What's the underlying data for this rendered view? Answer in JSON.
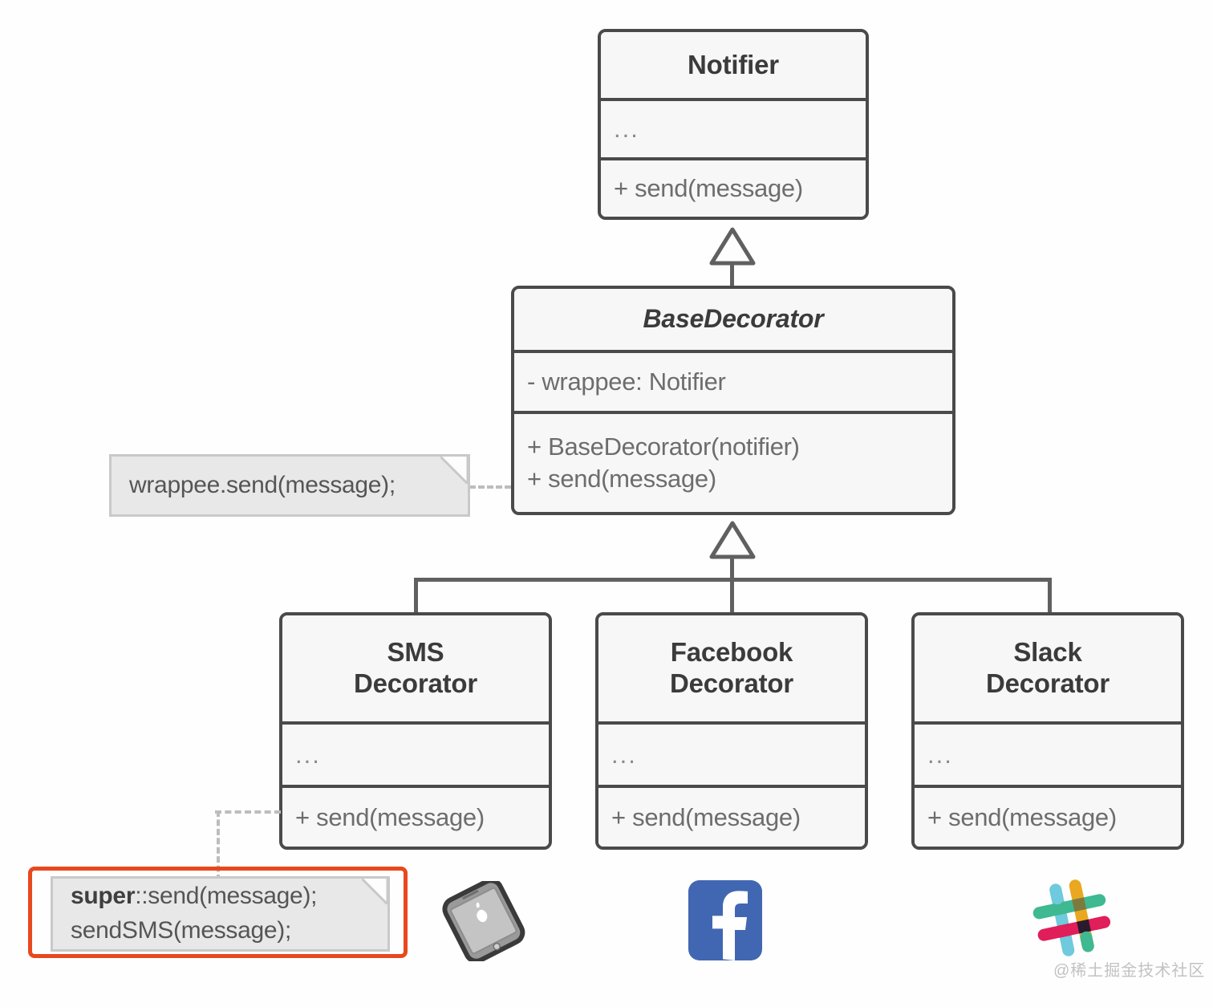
{
  "diagram": {
    "title": "Decorator pattern UML class diagram",
    "colors": {
      "box_border": "#4a4a4a",
      "box_fill": "#f7f7f7",
      "connector": "#606060",
      "note_fill": "#e8e8e8",
      "note_border": "#c9c9c9",
      "highlight_red": "#e8481e",
      "facebook_blue": "#4267b2"
    }
  },
  "classes": {
    "notifier": {
      "name": "Notifier",
      "attributes": "...",
      "methods": [
        "+ send(message)"
      ]
    },
    "base_decorator": {
      "name": "BaseDecorator",
      "attributes": "- wrappee: Notifier",
      "methods": [
        "+ BaseDecorator(notifier)",
        "+ send(message)"
      ]
    },
    "sms_decorator": {
      "name_line1": "SMS",
      "name_line2": "Decorator",
      "attributes": "...",
      "methods": [
        "+ send(message)"
      ]
    },
    "facebook_decorator": {
      "name_line1": "Facebook",
      "name_line2": "Decorator",
      "attributes": "...",
      "methods": [
        "+ send(message)"
      ]
    },
    "slack_decorator": {
      "name_line1": "Slack",
      "name_line2": "Decorator",
      "attributes": "...",
      "methods": [
        "+ send(message)"
      ]
    }
  },
  "notes": {
    "base_decorator_note": {
      "text": "wrappee.send(message);"
    },
    "sms_note": {
      "line1_bold": "super",
      "line1_rest": "::send(message);",
      "line2": "sendSMS(message);"
    }
  },
  "logos": {
    "iphone": "iphone-icon",
    "facebook": "facebook-icon",
    "slack": "slack-icon"
  },
  "watermark": {
    "text": "@稀土掘金技术社区"
  }
}
